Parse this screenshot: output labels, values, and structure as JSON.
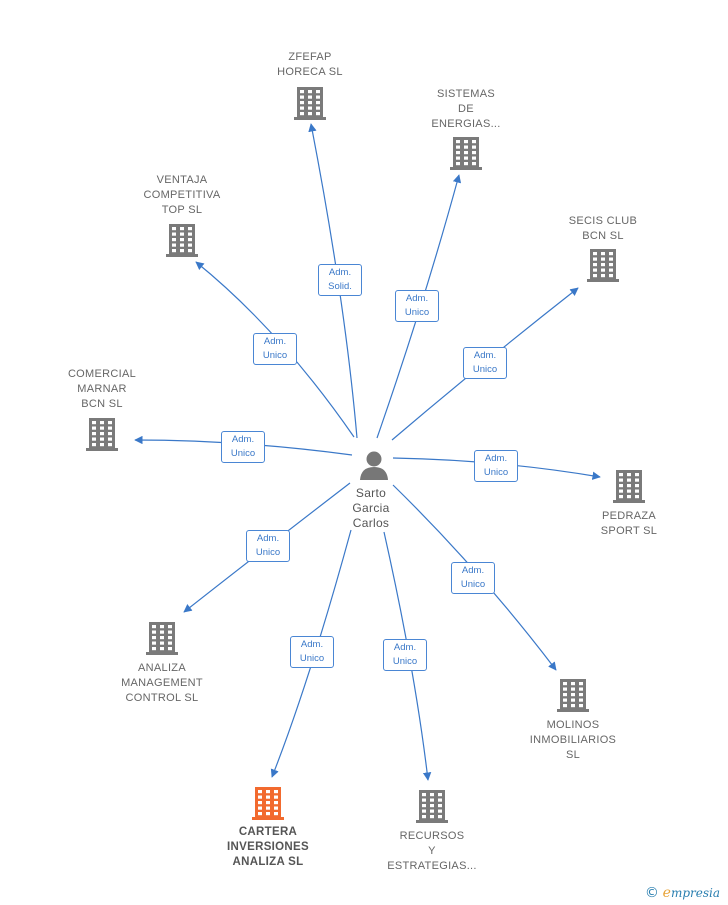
{
  "center": {
    "label": [
      "Sarto",
      "Garcia",
      "Carlos"
    ]
  },
  "colors": {
    "edge": "#3a78c8",
    "company": "#7a7a7a",
    "highlight": "#f26a2e",
    "person": "#777777"
  },
  "companies": [
    {
      "id": "zfefap",
      "label": [
        "ZFEFAP",
        "HORECA  SL"
      ],
      "relation": [
        "Adm.",
        "Solid."
      ],
      "highlight": false
    },
    {
      "id": "sistemas",
      "label": [
        "SISTEMAS",
        "DE",
        "ENERGIAS..."
      ],
      "relation": [
        "Adm.",
        "Unico"
      ],
      "highlight": false
    },
    {
      "id": "secis",
      "label": [
        "SECIS CLUB",
        "BCN  SL"
      ],
      "relation": [
        "Adm.",
        "Unico"
      ],
      "highlight": false
    },
    {
      "id": "ventaja",
      "label": [
        "VENTAJA",
        "COMPETITIVA",
        "TOP  SL"
      ],
      "relation": [
        "Adm.",
        "Unico"
      ],
      "highlight": false
    },
    {
      "id": "comercial",
      "label": [
        "COMERCIAL",
        "MARNAR",
        "BCN  SL"
      ],
      "relation": [
        "Adm.",
        "Unico"
      ],
      "highlight": false
    },
    {
      "id": "pedraza",
      "label": [
        "PEDRAZA",
        "SPORT SL"
      ],
      "relation": [
        "Adm.",
        "Unico"
      ],
      "highlight": false
    },
    {
      "id": "analiza",
      "label": [
        "ANALIZA",
        "MANAGEMENT",
        "CONTROL SL"
      ],
      "relation": [
        "Adm.",
        "Unico"
      ],
      "highlight": false
    },
    {
      "id": "molinos",
      "label": [
        "MOLINOS",
        "INMOBILIARIOS",
        "SL"
      ],
      "relation": [
        "Adm.",
        "Unico"
      ],
      "highlight": false
    },
    {
      "id": "cartera",
      "label": [
        "CARTERA",
        "INVERSIONES",
        "ANALIZA  SL"
      ],
      "relation": [
        "Adm.",
        "Unico"
      ],
      "highlight": true
    },
    {
      "id": "recursos",
      "label": [
        "RECURSOS",
        "Y",
        "ESTRATEGIAS..."
      ],
      "relation": [
        "Adm.",
        "Unico"
      ],
      "highlight": false
    }
  ],
  "brand": {
    "symbol": "©",
    "initial": "e",
    "rest": "mpresia"
  }
}
